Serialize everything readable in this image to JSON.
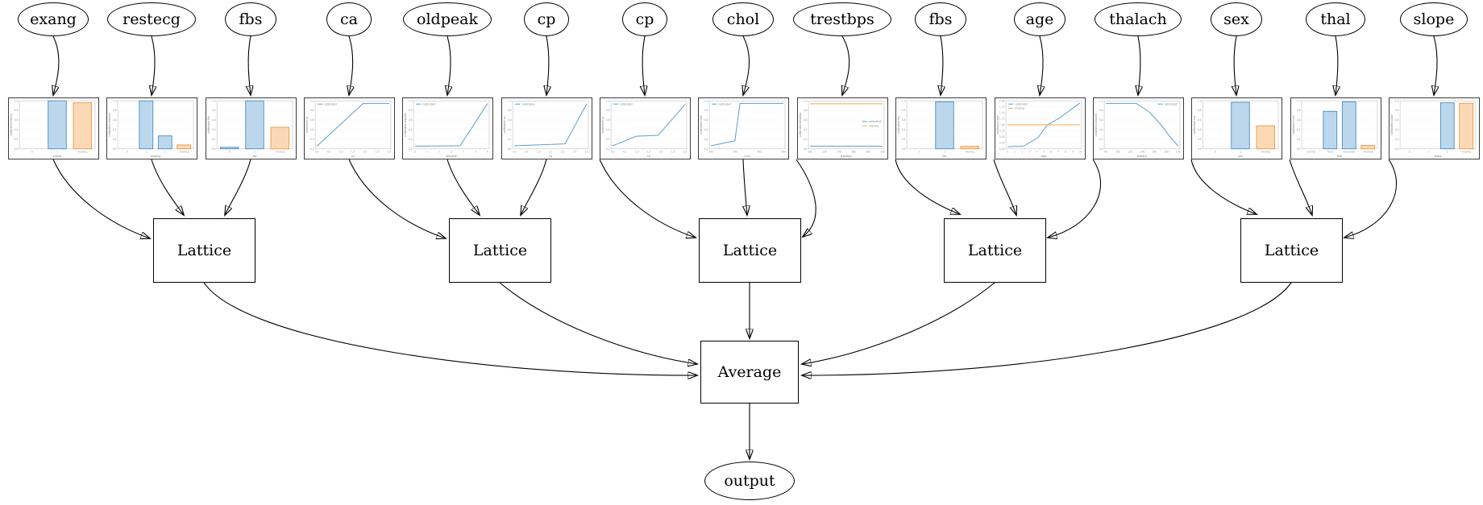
{
  "diagram": {
    "lattices": [
      {
        "label": "Lattice"
      },
      {
        "label": "Lattice"
      },
      {
        "label": "Lattice"
      },
      {
        "label": "Lattice"
      },
      {
        "label": "Lattice"
      }
    ],
    "average": {
      "label": "Average"
    },
    "output": {
      "label": "output"
    },
    "groups": [
      {
        "lattice": 1,
        "inputs": [
          "exang",
          "restecg",
          "fbs"
        ]
      },
      {
        "lattice": 2,
        "inputs": [
          "ca",
          "oldpeak",
          "cp"
        ]
      },
      {
        "lattice": 3,
        "inputs": [
          "cp",
          "chol",
          "trestbps"
        ]
      },
      {
        "lattice": 4,
        "inputs": [
          "fbs",
          "age",
          "thalach"
        ]
      },
      {
        "lattice": 5,
        "inputs": [
          "sex",
          "thal",
          "slope"
        ]
      }
    ],
    "colors": {
      "calibrated_line": "#5f9ecb",
      "missing_line": "#ffa54d",
      "bar_blue_fill": "#bcd7ec",
      "bar_blue_edge": "#4a8fc2",
      "bar_orange_fill": "#fbd9b6",
      "bar_orange_edge": "#eb9743",
      "edge": "#000000"
    }
  },
  "chart_data": [
    {
      "feature": "exang",
      "type": "bar",
      "categories": [
        "0",
        "1",
        "missing"
      ],
      "values": [
        0,
        1.0,
        0.96
      ],
      "bar_colors": [
        "blue",
        "blue",
        "orange"
      ],
      "xlabel": "exang",
      "ylabel": "calibrated exang",
      "yticks": [
        "1.0",
        "0.8",
        "0.6",
        "0.4",
        "0.2",
        "0.0"
      ],
      "ylim": [
        0,
        1
      ]
    },
    {
      "feature": "restecg",
      "type": "bar",
      "categories": [
        "0",
        "1",
        "2",
        "missing"
      ],
      "values": [
        0,
        1.0,
        0.27,
        0.08
      ],
      "bar_colors": [
        "blue",
        "blue",
        "blue",
        "orange"
      ],
      "xlabel": "restecg",
      "ylabel": "calibrated restecg",
      "yticks": [
        "1.0",
        "0.8",
        "0.6",
        "0.4",
        "0.2",
        "0.0"
      ],
      "ylim": [
        0,
        1
      ]
    },
    {
      "feature": "fbs",
      "type": "bar",
      "categories": [
        "0",
        "1",
        "missing"
      ],
      "values": [
        0.03,
        1.0,
        0.45
      ],
      "bar_colors": [
        "blue",
        "blue",
        "orange"
      ],
      "xlabel": "fbs",
      "ylabel": "calibrated fbs",
      "yticks": [
        "1.0",
        "0.8",
        "0.6",
        "0.4",
        "0.2",
        "0.0"
      ],
      "ylim": [
        0,
        1
      ]
    },
    {
      "feature": "ca",
      "type": "line",
      "xlabel": "ca",
      "ylabel": "calibrated ca",
      "xticks": [
        "0.0",
        "0.5",
        "1.0",
        "1.5",
        "2.0",
        "2.5",
        "3.0"
      ],
      "yticks": [
        "1.0",
        "0.8",
        "0.6",
        "0.4",
        "0.2",
        "0.0"
      ],
      "series": [
        {
          "name": "calibrated",
          "color": "blue",
          "points": [
            [
              0,
              0.03
            ],
            [
              0.64,
              0.97
            ],
            [
              1,
              0.97
            ]
          ]
        }
      ],
      "legend": {
        "position": "nw",
        "entries": [
          {
            "label": "calibrated",
            "color": "blue"
          }
        ]
      }
    },
    {
      "feature": "oldpeak",
      "type": "line",
      "xlabel": "oldpeak",
      "ylabel": "calibrated oldpeak",
      "xticks": [
        "0",
        "1",
        "2",
        "3",
        "4",
        "5",
        "6"
      ],
      "yticks": [
        "1.0",
        "0.8",
        "0.6",
        "0.4",
        "0.2",
        "0.0"
      ],
      "series": [
        {
          "name": "calibrated",
          "color": "blue",
          "points": [
            [
              0,
              0.03
            ],
            [
              0.62,
              0.04
            ],
            [
              1,
              0.97
            ]
          ]
        }
      ],
      "legend": {
        "position": "nw",
        "entries": [
          {
            "label": "calibrated",
            "color": "blue"
          }
        ]
      }
    },
    {
      "feature": "cp",
      "type": "line",
      "xlabel": "cp",
      "ylabel": "calibrated cp",
      "xticks": [
        "0.0",
        "0.5",
        "1.0",
        "1.5",
        "2.0",
        "2.5",
        "3.0"
      ],
      "yticks": [
        "1.0",
        "0.8",
        "0.6",
        "0.4",
        "0.2",
        "0.0"
      ],
      "series": [
        {
          "name": "calibrated",
          "color": "blue",
          "points": [
            [
              0,
              0.04
            ],
            [
              0.7,
              0.08
            ],
            [
              1,
              0.96
            ]
          ]
        }
      ],
      "legend": {
        "position": "nw",
        "entries": [
          {
            "label": "calibrated",
            "color": "blue"
          }
        ]
      }
    },
    {
      "feature": "cp",
      "type": "line",
      "xlabel": "cp",
      "ylabel": "calibrated cp",
      "xticks": [
        "0.0",
        "0.5",
        "1.0",
        "1.5",
        "2.0",
        "2.5",
        "3.0"
      ],
      "yticks": [
        "1.0",
        "0.8",
        "0.6",
        "0.4",
        "0.2",
        "0.0"
      ],
      "series": [
        {
          "name": "calibrated",
          "color": "blue",
          "points": [
            [
              0,
              0.04
            ],
            [
              0.33,
              0.25
            ],
            [
              0.63,
              0.27
            ],
            [
              1,
              0.95
            ]
          ]
        }
      ],
      "legend": {
        "position": "nw",
        "entries": [
          {
            "label": "calibrated",
            "color": "blue"
          }
        ]
      }
    },
    {
      "feature": "chol",
      "type": "line",
      "xlabel": "chol",
      "ylabel": "calibrated chol",
      "xticks": [
        "200",
        "300",
        "400",
        "500"
      ],
      "yticks": [
        "1.0",
        "0.8",
        "0.6",
        "0.4",
        "0.2",
        "0.0"
      ],
      "series": [
        {
          "name": "calibrated",
          "color": "blue",
          "points": [
            [
              0,
              0.04
            ],
            [
              0.24,
              0.12
            ],
            [
              0.33,
              0.15
            ],
            [
              0.4,
              0.97
            ],
            [
              1,
              0.97
            ]
          ]
        }
      ],
      "legend": {
        "position": "nw",
        "entries": [
          {
            "label": "calibrated",
            "color": "blue"
          }
        ]
      }
    },
    {
      "feature": "trestbps",
      "type": "line",
      "xlabel": "trestbps",
      "ylabel": "calibrated trestbps",
      "xticks": [
        "100",
        "120",
        "140",
        "160",
        "180",
        "200"
      ],
      "yticks": [
        "1.0",
        "0.8",
        "0.6",
        "0.4",
        "0.2",
        "0.0"
      ],
      "series": [
        {
          "name": "calibrated",
          "color": "blue",
          "points": [
            [
              0,
              0.03
            ],
            [
              1,
              0.03
            ]
          ]
        },
        {
          "name": "missing",
          "color": "orange",
          "points": [
            [
              0,
              0.96
            ],
            [
              1,
              0.96
            ]
          ]
        }
      ],
      "legend": {
        "position": "e",
        "entries": [
          {
            "label": "calibrated",
            "color": "blue"
          },
          {
            "label": "missing",
            "color": "orange"
          }
        ]
      }
    },
    {
      "feature": "fbs",
      "type": "bar",
      "categories": [
        "0",
        "1",
        "missing"
      ],
      "values": [
        0,
        0.98,
        0.05
      ],
      "bar_colors": [
        "blue",
        "blue",
        "orange"
      ],
      "xlabel": "fbs",
      "ylabel": "calibrated fbs",
      "yticks": [
        "1.0",
        "0.8",
        "0.6",
        "0.4",
        "0.2",
        "0.0"
      ],
      "ylim": [
        0,
        1
      ]
    },
    {
      "feature": "age",
      "type": "line",
      "xlabel": "age",
      "ylabel": "calibrated age",
      "xticks": [
        "0",
        "1",
        "2",
        "3",
        "4",
        "5",
        "6",
        "7",
        "8",
        "9",
        "10"
      ],
      "yticks": [
        "2.00",
        "1.75",
        "1.50",
        "1.25",
        "1.00",
        "0.75",
        "0.50",
        "0.25",
        "0.00"
      ],
      "series": [
        {
          "name": "calibrated",
          "color": "blue",
          "points": [
            [
              0,
              0.02
            ],
            [
              0.22,
              0.03
            ],
            [
              0.42,
              0.22
            ],
            [
              0.55,
              0.5
            ],
            [
              0.72,
              0.65
            ],
            [
              1,
              0.98
            ]
          ]
        },
        {
          "name": "missing",
          "color": "orange",
          "points": [
            [
              0,
              0.5
            ],
            [
              1,
              0.5
            ]
          ]
        }
      ],
      "legend": {
        "position": "nw",
        "entries": [
          {
            "label": "calibrated",
            "color": "blue"
          },
          {
            "label": "missing",
            "color": "orange"
          }
        ]
      }
    },
    {
      "feature": "thalach",
      "type": "line",
      "xlabel": "thalach",
      "ylabel": "calibrated thalach",
      "xticks": [
        "80",
        "100",
        "120",
        "140",
        "160",
        "180",
        "200"
      ],
      "yticks": [
        "1.0",
        "0.8",
        "0.6",
        "0.4",
        "0.2",
        "0.0"
      ],
      "series": [
        {
          "name": "calibrated",
          "color": "blue",
          "points": [
            [
              0,
              0.97
            ],
            [
              0.42,
              0.97
            ],
            [
              0.6,
              0.78
            ],
            [
              0.75,
              0.52
            ],
            [
              0.88,
              0.25
            ],
            [
              1,
              0.03
            ]
          ]
        }
      ],
      "legend": {
        "position": "ne",
        "entries": [
          {
            "label": "calibrated",
            "color": "blue"
          }
        ]
      }
    },
    {
      "feature": "sex",
      "type": "bar",
      "categories": [
        "0",
        "1",
        "missing"
      ],
      "values": [
        0,
        0.97,
        0.48
      ],
      "bar_colors": [
        "blue",
        "blue",
        "orange"
      ],
      "xlabel": "sex",
      "ylabel": "calibrated sex",
      "yticks": [
        "1.0",
        "0.8",
        "0.6",
        "0.4",
        "0.2",
        "0.0"
      ],
      "ylim": [
        0,
        1
      ]
    },
    {
      "feature": "thal",
      "type": "bar",
      "categories": [
        "normal",
        "fixed",
        "reversible",
        "missing"
      ],
      "values": [
        0,
        0.78,
        0.98,
        0.07
      ],
      "bar_colors": [
        "blue",
        "blue",
        "blue",
        "orange"
      ],
      "xlabel": "thal",
      "ylabel": "calibrated thal",
      "yticks": [
        "1.0",
        "0.8",
        "0.6",
        "0.4",
        "0.2",
        "0.0"
      ],
      "ylim": [
        0,
        1
      ]
    },
    {
      "feature": "slope",
      "type": "bar",
      "categories": [
        "0",
        "1",
        "2",
        "missing"
      ],
      "values": [
        0,
        0,
        0.96,
        0.95
      ],
      "bar_colors": [
        "blue",
        "blue",
        "blue",
        "orange"
      ],
      "xlabel": "slope",
      "ylabel": "calibrated slope",
      "yticks": [
        "1.0",
        "0.8",
        "0.6",
        "0.4",
        "0.2",
        "0.0"
      ],
      "ylim": [
        0,
        1
      ]
    }
  ]
}
